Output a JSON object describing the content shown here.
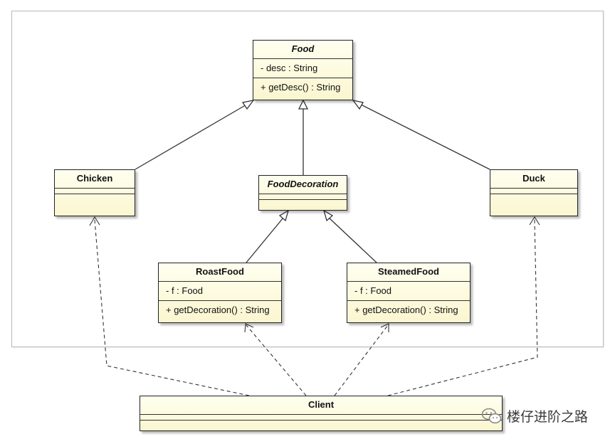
{
  "classes": {
    "food": {
      "name": "Food",
      "attributes": [
        "- desc : String"
      ],
      "methods": [
        "+ getDesc() : String"
      ]
    },
    "chicken": {
      "name": "Chicken"
    },
    "food_decoration": {
      "name": "FoodDecoration"
    },
    "duck": {
      "name": "Duck"
    },
    "roast_food": {
      "name": "RoastFood",
      "attributes": [
        "- f : Food"
      ],
      "methods": [
        "+ getDecoration() : String"
      ]
    },
    "steamed_food": {
      "name": "SteamedFood",
      "attributes": [
        "- f : Food"
      ],
      "methods": [
        "+ getDecoration() : String"
      ]
    },
    "client": {
      "name": "Client"
    }
  },
  "relations": {
    "generalization": [
      "Chicken → Food",
      "FoodDecoration → Food",
      "Duck → Food",
      "RoastFood → FoodDecoration",
      "SteamedFood → FoodDecoration"
    ],
    "dependency": [
      "Client → Chicken",
      "Client → RoastFood",
      "Client → SteamedFood",
      "Client → Duck"
    ]
  },
  "colors": {
    "class_fill": "#fbf6d0",
    "border": "#222222",
    "frame": "#b9b9b9",
    "wechat_icon": "#8a8a8a"
  },
  "watermark": {
    "icon": "wechat-icon",
    "text": "楼仔进阶之路"
  }
}
